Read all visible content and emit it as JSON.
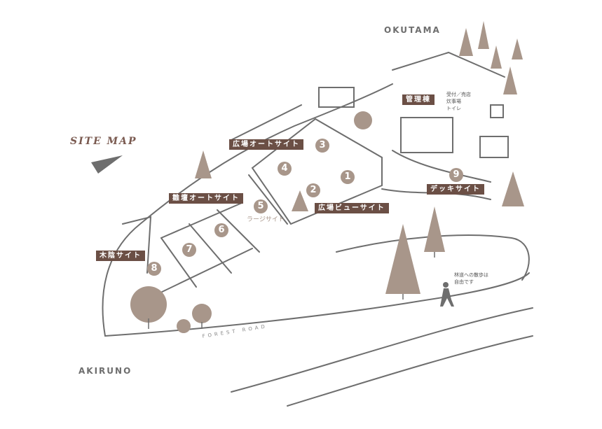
{
  "title": "SITE MAP",
  "places": {
    "north": "OKUTAMA",
    "south": "AKIRUNO"
  },
  "road_label": "FOREST ROAD",
  "facilities": {
    "office_label": "管理棟",
    "office_note": "受付／売店\n炊事場\nトイレ"
  },
  "walk_note": "林道への散歩は\n自由です",
  "areas": [
    {
      "name": "広場オートサイト"
    },
    {
      "name": "雛壇オートサイト"
    },
    {
      "name": "広場ビューサイト"
    },
    {
      "name": "木陰サイト"
    },
    {
      "name": "デッキサイト"
    }
  ],
  "site_numbers": [
    "1",
    "2",
    "3",
    "4",
    "5",
    "6",
    "7",
    "8",
    "9"
  ],
  "large_site_label": "ラージサイト",
  "colors": {
    "label_bg": "#6b4f45",
    "marker": "#a8968a",
    "line": "#6e6e6e"
  }
}
